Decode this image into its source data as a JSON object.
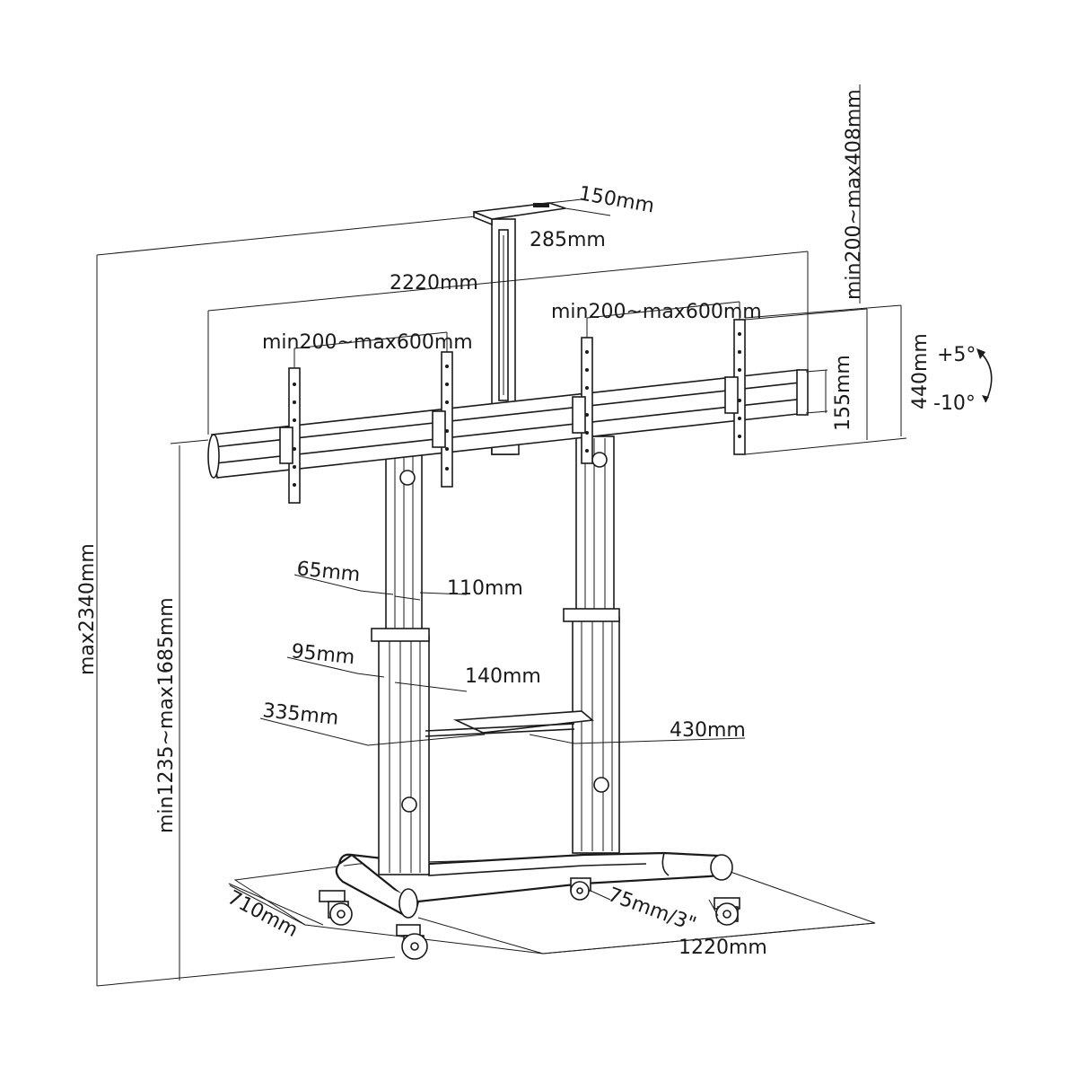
{
  "dimensions": {
    "plate_width": "150mm",
    "plate_depth": "285mm",
    "beam_length": "2220mm",
    "vesa_left": "min200~max600mm",
    "vesa_right": "min200~max600mm",
    "vertical_adjust": "min200~max408mm",
    "bracket_height": "440mm",
    "rail_height": "155mm",
    "tilt_up": "+5°",
    "tilt_down": "-10°",
    "max_height": "max2340mm",
    "center_height": "min1235~max1685mm",
    "upper_col_depth": "65mm",
    "upper_col_width": "110mm",
    "lower_col_depth": "95mm",
    "lower_col_width": "140mm",
    "shelf_depth": "335mm",
    "shelf_width": "430mm",
    "base_depth": "710mm",
    "caster_size": "75mm/3\"",
    "base_width": "1220mm"
  }
}
